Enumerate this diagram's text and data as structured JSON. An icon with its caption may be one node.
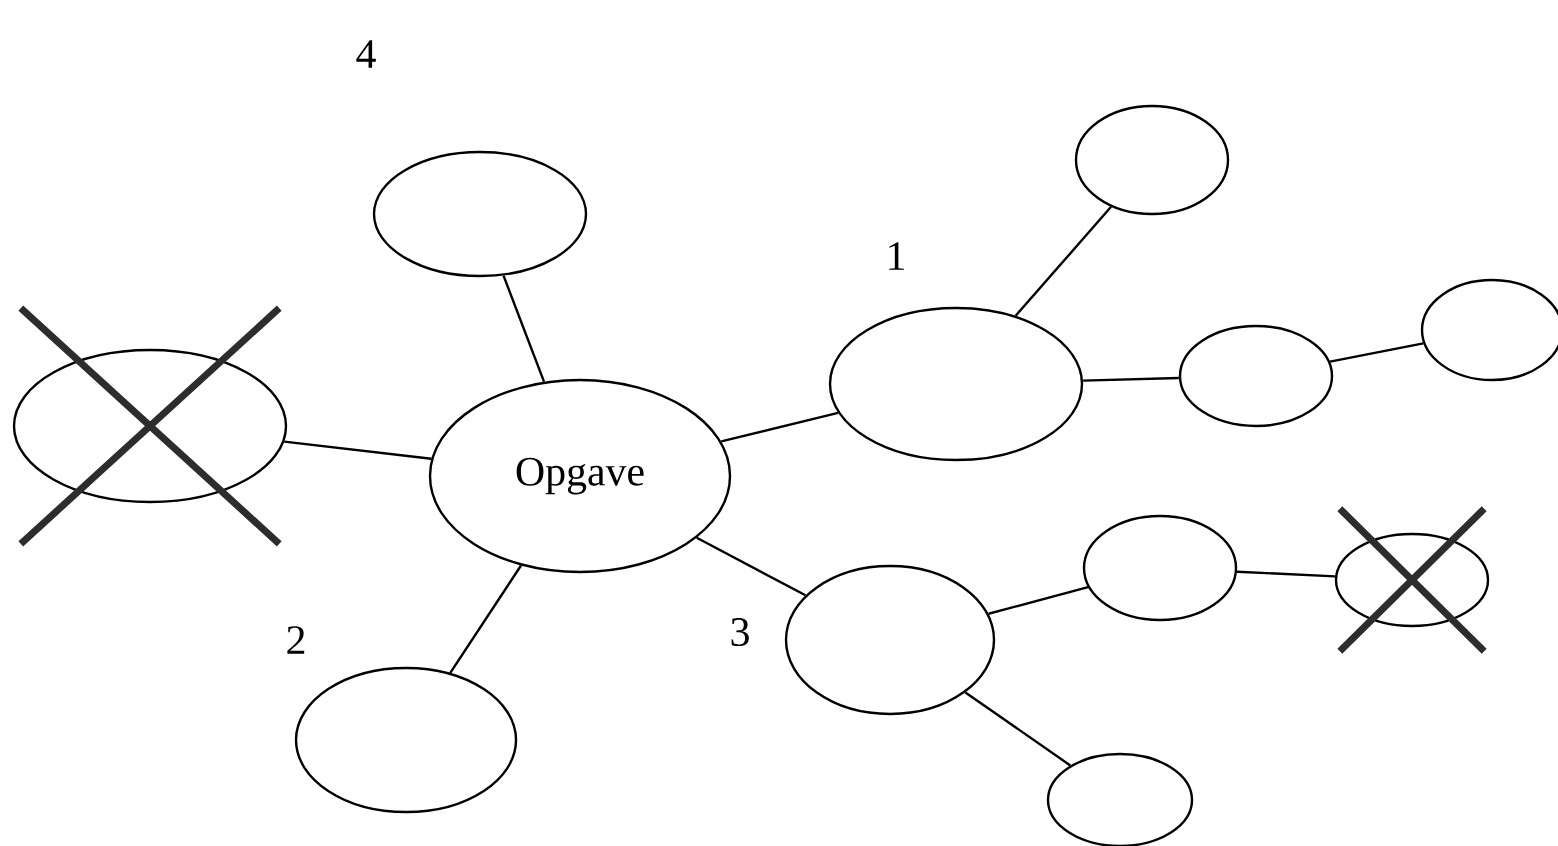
{
  "diagram": {
    "nodes": [
      {
        "text": [
          "Opgave"
        ]
      },
      {
        "text": [],
        "shape": "ellipse",
        "beside": [
          "4"
        ]
      },
      {
        "text": [],
        "shape": "crossed-ellipse"
      },
      {
        "text": [],
        "shape": "ellipse",
        "beside": [
          "1"
        ]
      },
      {
        "text": [],
        "shape": "ellipse"
      },
      {
        "text": [],
        "shape": "ellipse"
      },
      {
        "text": [],
        "shape": "ellipse"
      },
      {
        "text": [],
        "shape": "ellipse",
        "beside": [
          "2"
        ]
      },
      {
        "text": [],
        "shape": "ellipse",
        "beside": [
          "3"
        ]
      },
      {
        "text": [],
        "shape": "ellipse"
      },
      {
        "text": [],
        "shape": "crossed-ellipse"
      },
      {
        "text": [],
        "shape": "ellipse"
      }
    ],
    "edges": [
      {
        "from": 0,
        "to": 1,
        "arrow": "none"
      },
      {
        "from": 0,
        "to": 2,
        "arrow": "none"
      },
      {
        "from": 0,
        "to": 3,
        "arrow": "none"
      },
      {
        "from": 0,
        "to": 7,
        "arrow": "none"
      },
      {
        "from": 0,
        "to": 8,
        "arrow": "none"
      },
      {
        "from": 3,
        "to": 4,
        "arrow": "none"
      },
      {
        "from": 3,
        "to": 5,
        "arrow": "none"
      },
      {
        "from": 5,
        "to": 6,
        "arrow": "none"
      },
      {
        "from": 8,
        "to": 9,
        "arrow": "none"
      },
      {
        "from": 9,
        "to": 10,
        "arrow": "none"
      },
      {
        "from": 8,
        "to": 11,
        "arrow": "none"
      }
    ]
  }
}
